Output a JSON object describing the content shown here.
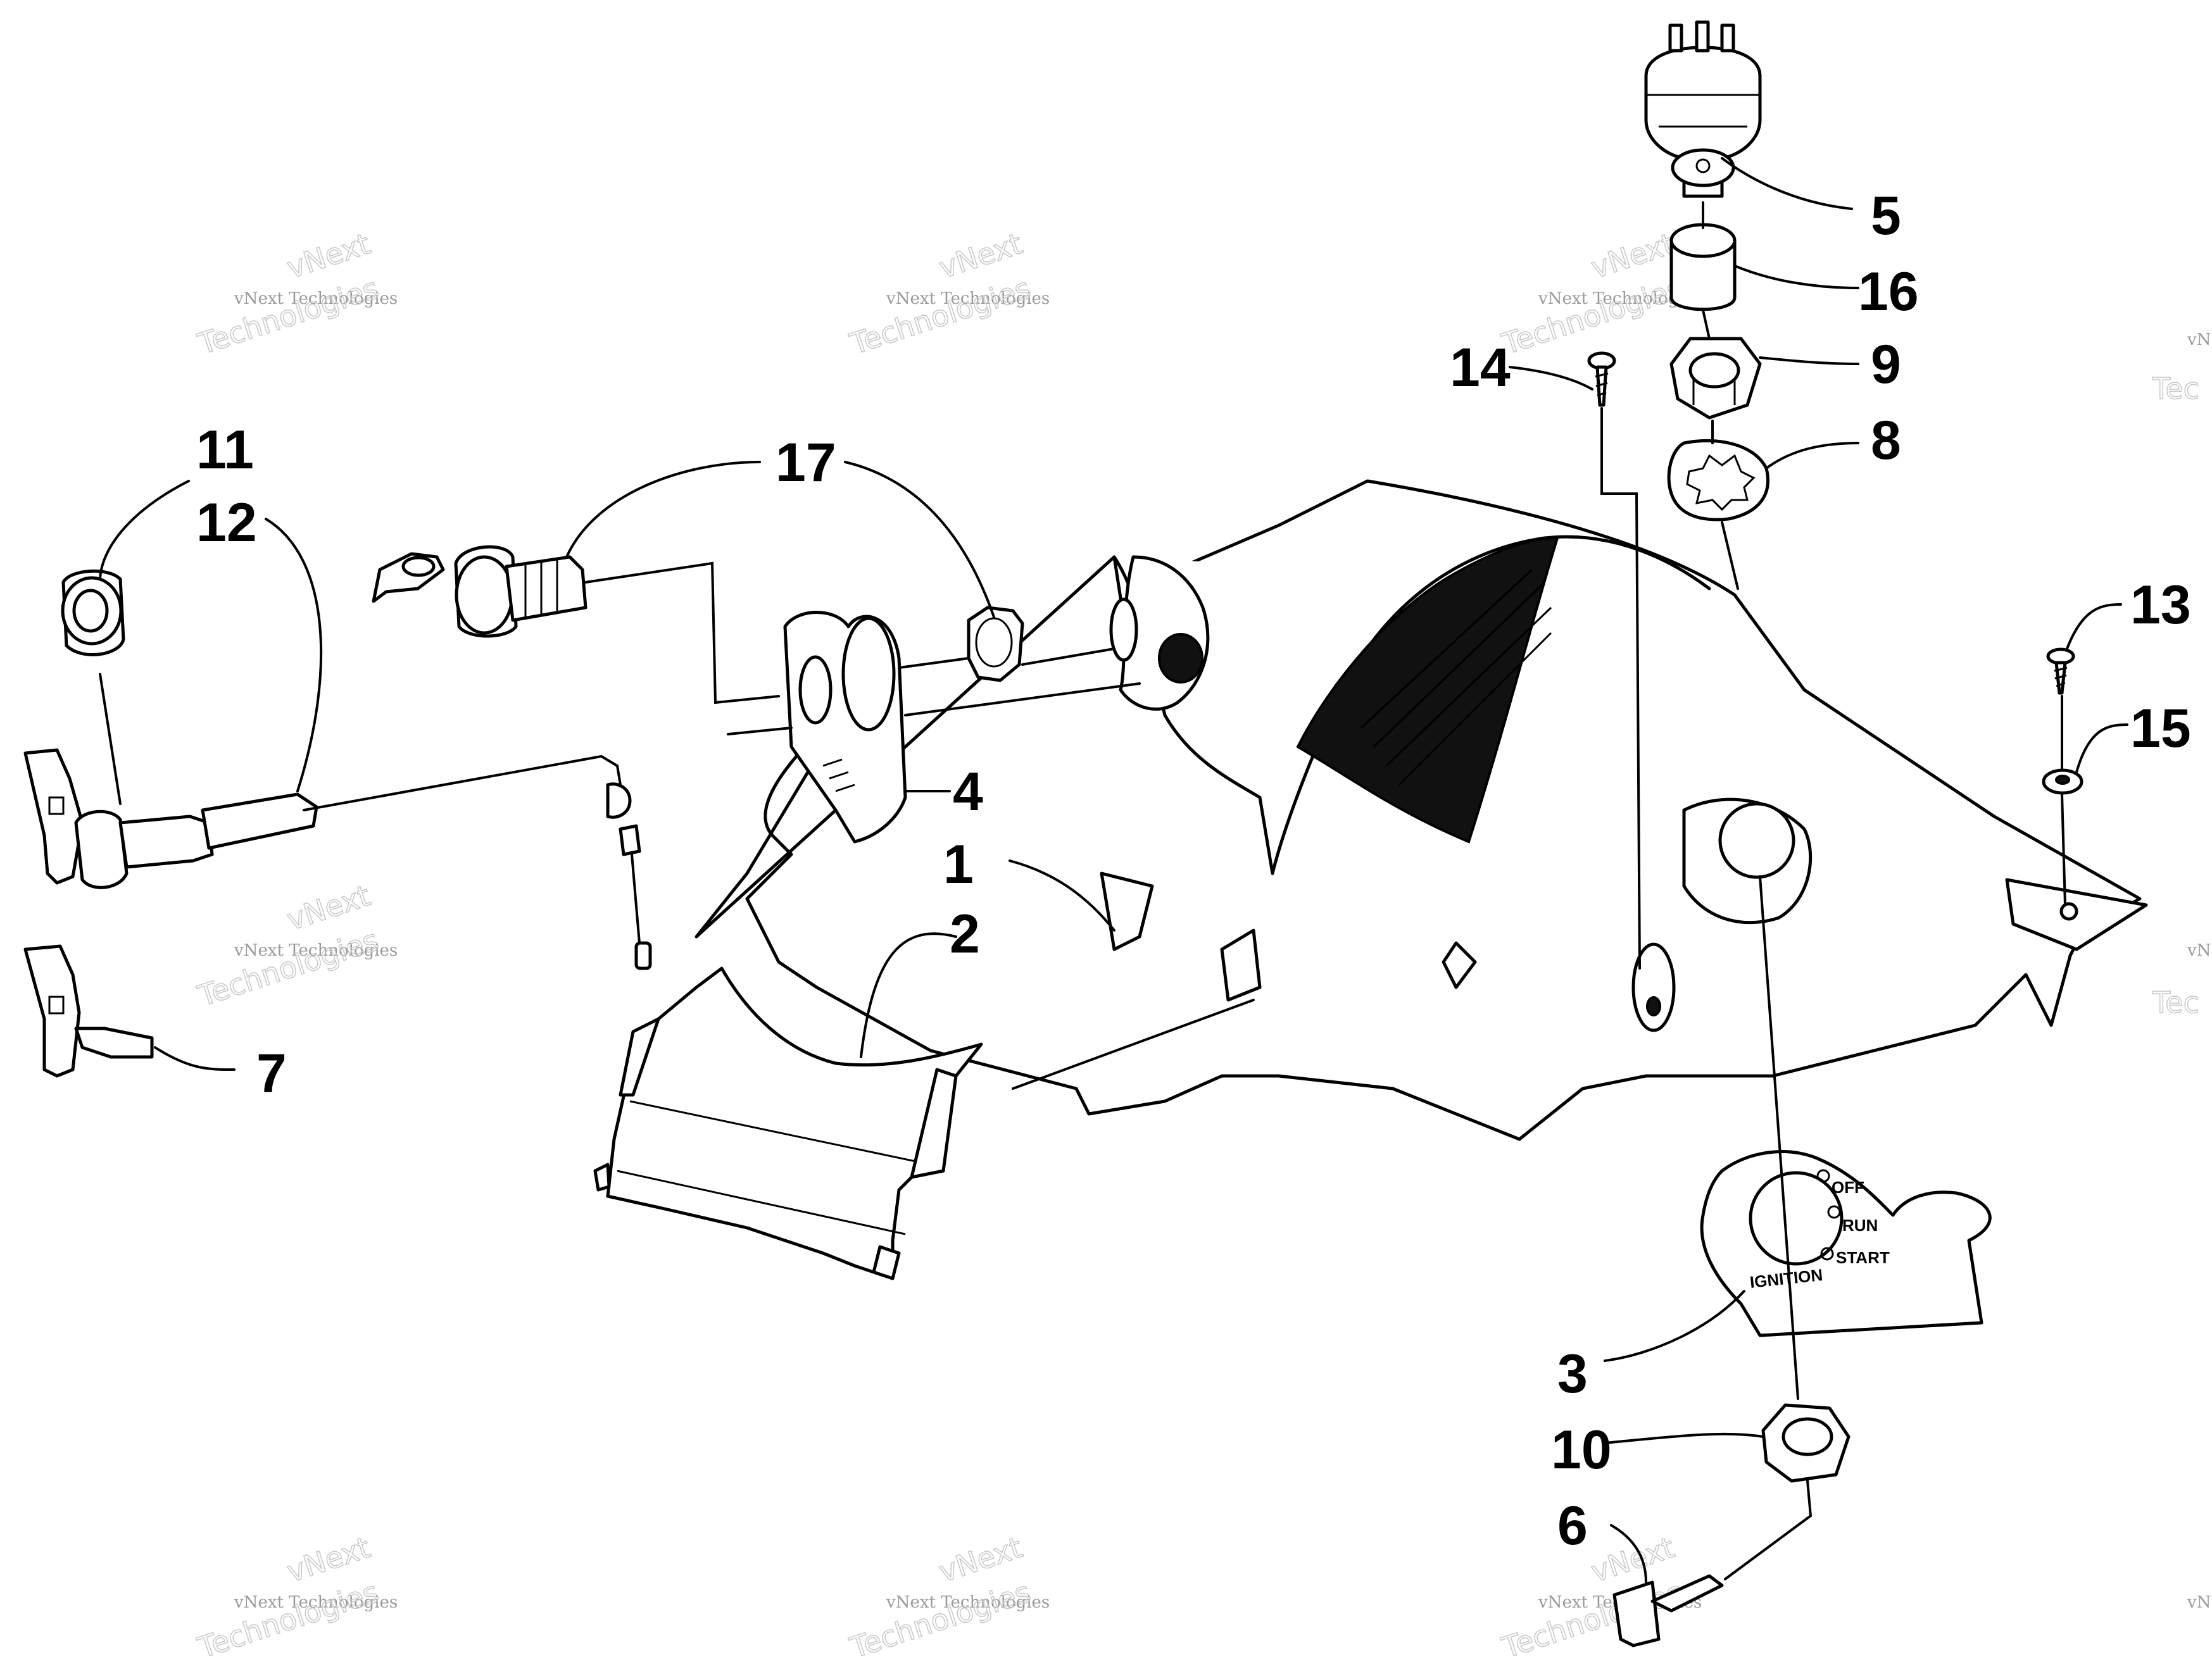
{
  "callouts": [
    "1",
    "2",
    "3",
    "4",
    "5",
    "6",
    "7",
    "8",
    "9",
    "10",
    "11",
    "12",
    "13",
    "14",
    "15",
    "16",
    "17"
  ],
  "ignition_panel": {
    "label": "IGNITION",
    "positions": [
      "OFF",
      "RUN",
      "START"
    ]
  },
  "watermark": {
    "line1": "vNext Technologies",
    "line2": "vNext",
    "line3": "Technologies",
    "fragment_small": "vN",
    "fragment_big": "Tec"
  },
  "colors": {
    "ink": "#000000",
    "paper": "#ffffff",
    "watermark": "#9a9a9a"
  }
}
